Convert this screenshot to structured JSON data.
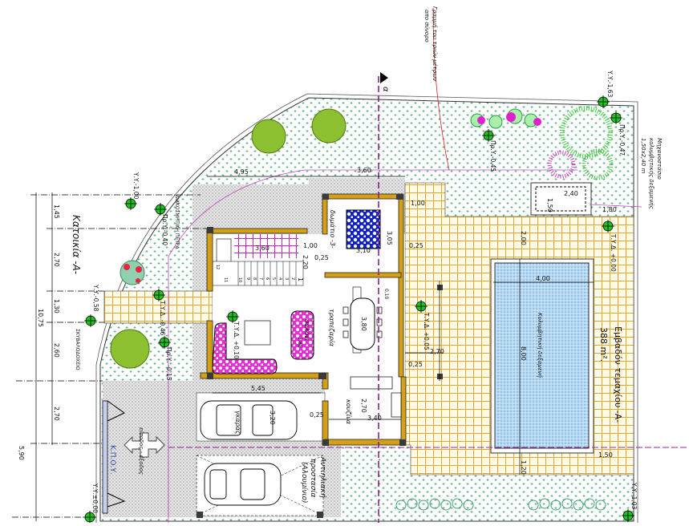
{
  "notes": {
    "three_meter_line_1": "Γραμμή του τριών μέτρων",
    "three_meter_line_2": "απο σύνορο",
    "section_mark": "α",
    "plot_label": "Κατοικία -Α-",
    "decorative_stone": "ΔΙΑΚΟΣΜΗΤΙΚΗ ΠΕΤΡΑ",
    "garbage": "ΣΚΥΒΑΛΟΔΟΧΕΙΟ",
    "kpoy": "Κ.Π.Ο.Υ.",
    "entry_exit": "είσοδος - έξοδος",
    "sunshade_1": "Αντιηλιακή",
    "sunshade_2": "προστασία",
    "sunshade_3": "(Αλουμίνιο)",
    "pool": "Κολυμβητική δεξαμενή",
    "plot_area_1": "Εμβαδόν τεμαχίου -Α-",
    "plot_area_2": "388 m².",
    "machine_room_1": "Μηχανοστάσιο",
    "machine_room_2": "κολυμβητικής δεξαμενής",
    "machine_room_3": "1,50x2,40 m"
  },
  "rooms": {
    "bedroom3": "δωμάτιο -3-",
    "living": "σαλόνι",
    "dining": "τραπεζαρία",
    "kitchen": "κουζίνα",
    "garage": "γκαράζ"
  },
  "stairs": [
    "1",
    "2",
    "3",
    "4",
    "5",
    "6",
    "7",
    "8",
    "9",
    "10",
    "11",
    "12"
  ],
  "levels": {
    "yy_m100": "Υ.Υ.-1,00",
    "yy_m163": "Υ.Υ.-1,63",
    "pry_m047": "Πρ.Υ.-0,47",
    "pry_m045": "Πρ.Υ.-0,45",
    "tyd_000": "Τ.Υ.Δ. +0,00",
    "pry_m040": "Πρ.Υ.-0,40",
    "yy_m058": "Υ.Υ.-0,58",
    "tyd_m046": "Τ.Υ.Δ. -0,46",
    "tyd_010": "Τ.Υ.Δ. +0,10",
    "pry_m015": "Πρ.Υ. -0,15",
    "tyd_005": "Τ.Υ.Δ. +0,05",
    "yy_m103": "Υ.Υ.-1,03",
    "yy_000": "Υ.Υ.±0,00"
  },
  "dims": {
    "d495": "4,95",
    "d360a": "3,60",
    "d100a": "1,00",
    "d305": "3,05",
    "d310": "3,10",
    "d025a": "0,25",
    "d220": "2,20",
    "d360b": "3,60",
    "d100b": "1,00",
    "d025b": "0,25",
    "d240": "2,40",
    "d150a": "1,50",
    "d180": "1,80",
    "d200": "2,00",
    "d400": "4,00",
    "d800": "8,00",
    "d270a": "2,70",
    "d025c": "0,25",
    "d380a": "3,80",
    "d380b": "3,80",
    "d010": "0,10",
    "d270b": "2,70",
    "d340": "3,40",
    "d025d": "0,25",
    "d545": "5,45",
    "d320": "3,20",
    "d120": "1,20",
    "d150b": "1,50",
    "l1075": "10,75",
    "l145": "1,45",
    "l270a": "2,70",
    "l130": "1,30",
    "l260": "2,60",
    "l270b": "2,70",
    "l590": "5,90"
  },
  "colors": {
    "wall": "#d4a017",
    "tile": "#e0b030",
    "garden_dot": "#3aa070",
    "pool": "#9cc8ec",
    "sofa": "#e020d0",
    "bed": "#1020c0",
    "axis": "#a020a0",
    "level_marker": "#20c020"
  }
}
